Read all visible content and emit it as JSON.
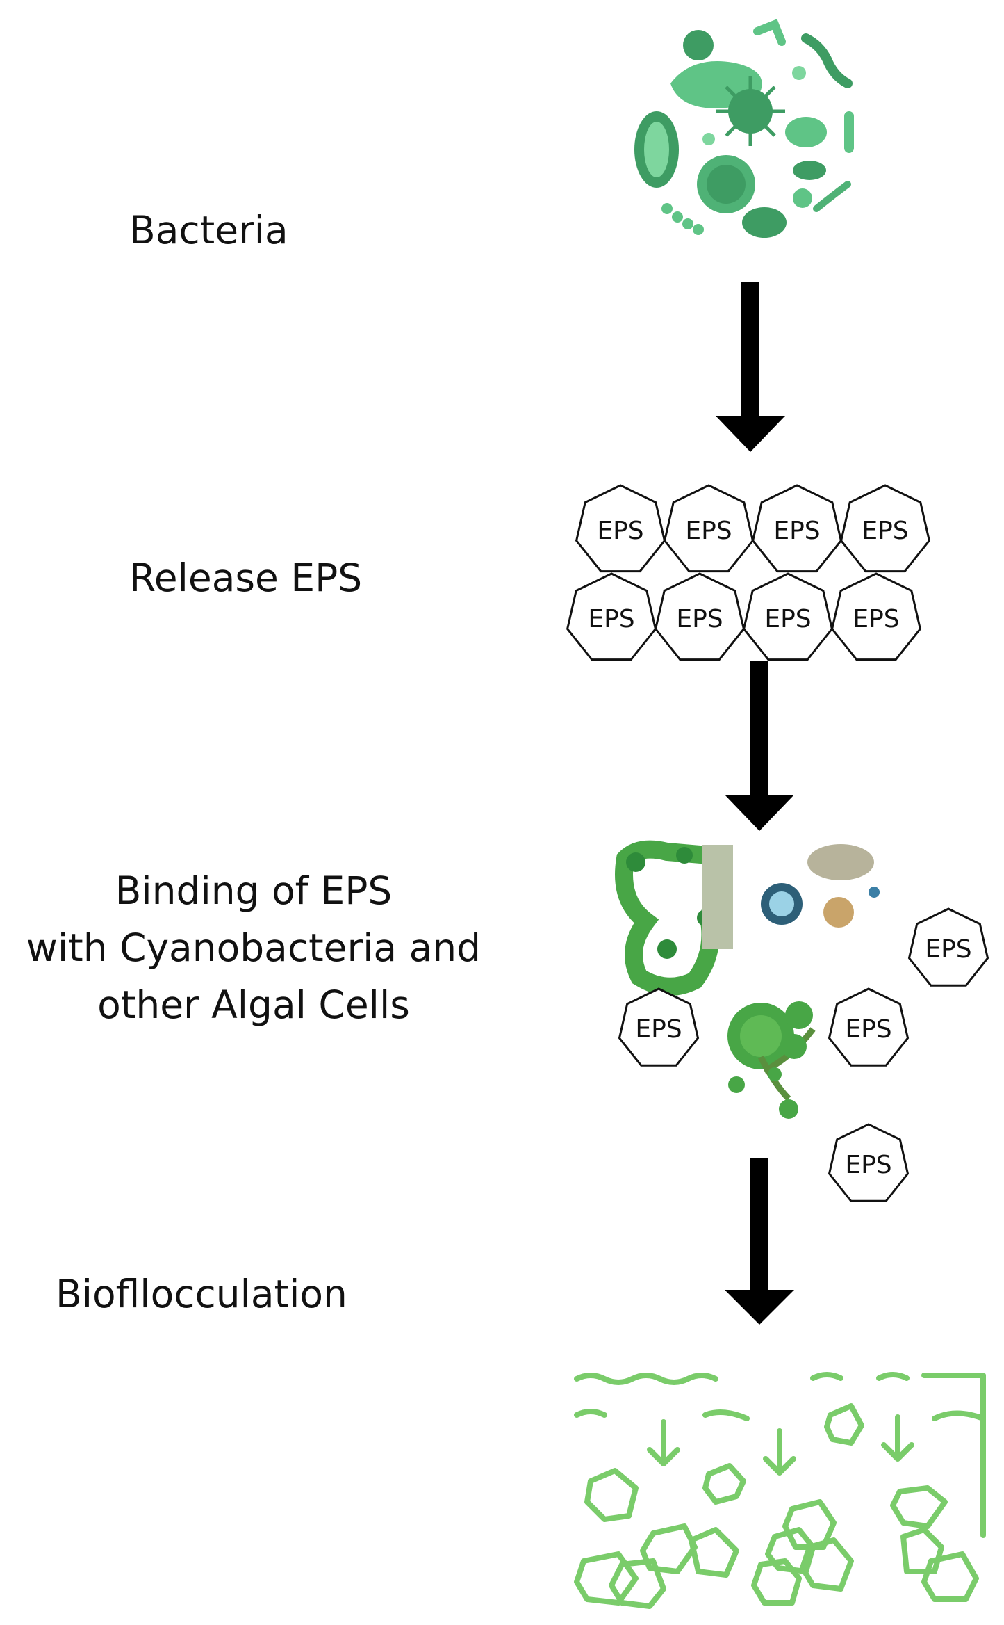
{
  "steps": [
    {
      "label": "Bacteria"
    },
    {
      "label": "Release EPS"
    },
    {
      "label": "Binding of EPS\nwith Cyanobacteria and\nother Algal Cells"
    },
    {
      "label": "Biofllocculation"
    }
  ],
  "eps_label": "EPS",
  "colors": {
    "bacteria_green": "#5fc486",
    "bacteria_dark": "#3e9c63",
    "algae_green": "#48a646",
    "floc_green": "#7acc6a",
    "arrow": "#000000",
    "hex_stroke": "#111111"
  }
}
